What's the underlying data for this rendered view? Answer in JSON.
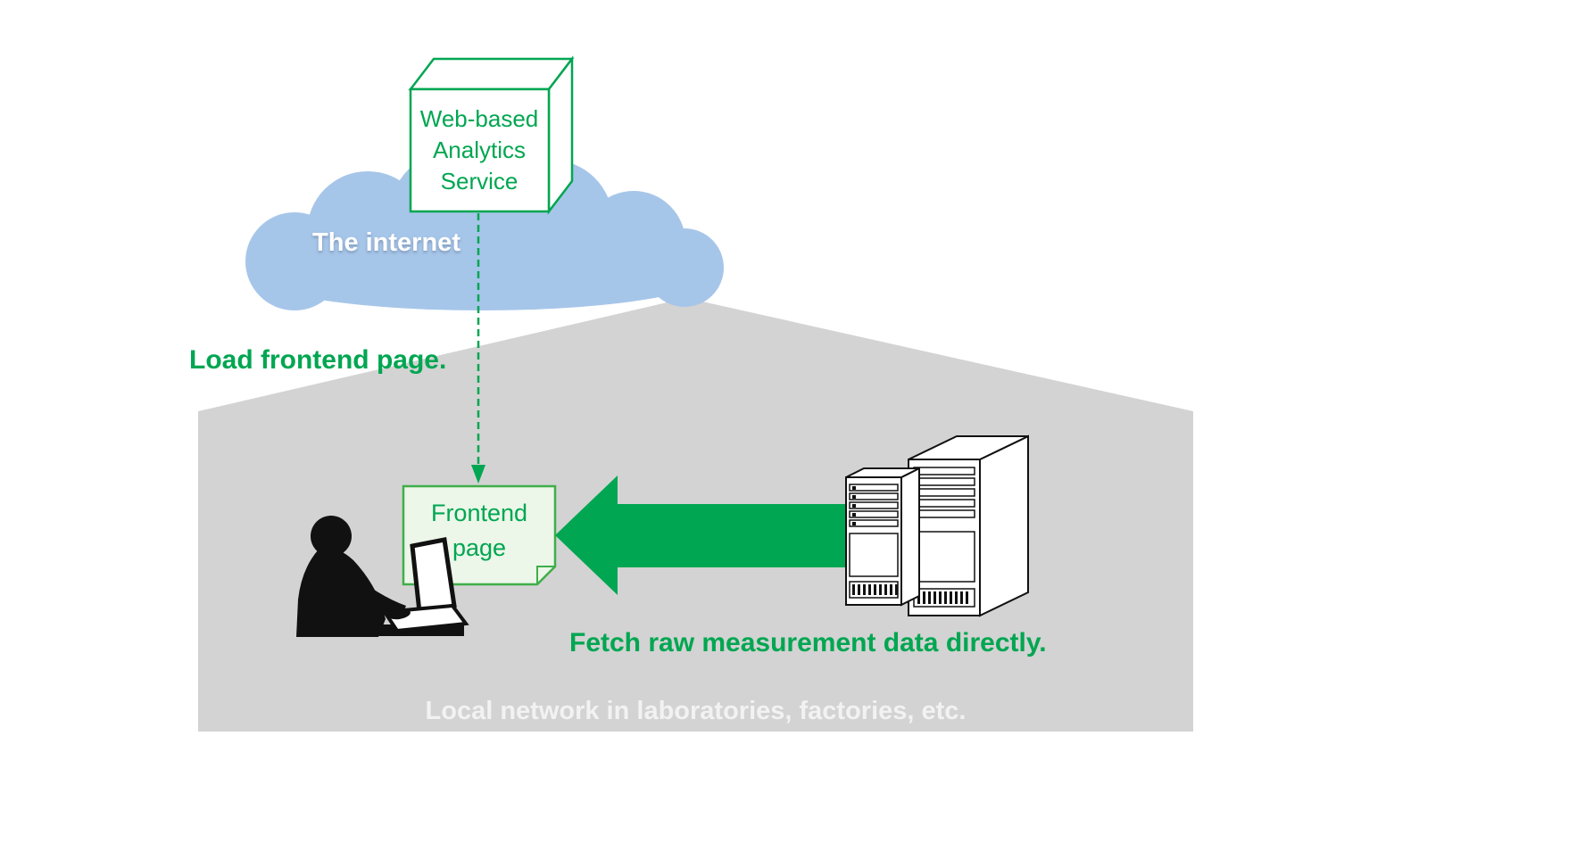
{
  "colors": {
    "accent_green": "#00A651",
    "cloud_blue": "#A6C6E9",
    "local_network_gray": "#D3D3D3",
    "note_fill": "#ECF6E9",
    "note_border": "#3FAE49",
    "white_text": "#FFFFFF"
  },
  "cube": {
    "lines": [
      "Web-based",
      "Analytics",
      "Service"
    ]
  },
  "cloud": {
    "label": "The internet"
  },
  "load_arrow": {
    "label": "Load frontend page."
  },
  "frontend_note": {
    "lines": [
      "Frontend",
      "page"
    ]
  },
  "fetch_arrow": {
    "label": "Fetch raw measurement data directly."
  },
  "local_network": {
    "label": "Local network in laboratories, factories, etc."
  },
  "icons": {
    "cloud": "internet-cloud-icon",
    "cube": "analytics-service-cube-icon",
    "dashed_arrow": "load-dashed-arrow-icon",
    "note": "frontend-page-note-icon",
    "big_arrow": "fetch-data-arrow-icon",
    "servers": "server-rack-icon",
    "person": "person-laptop-icon"
  }
}
